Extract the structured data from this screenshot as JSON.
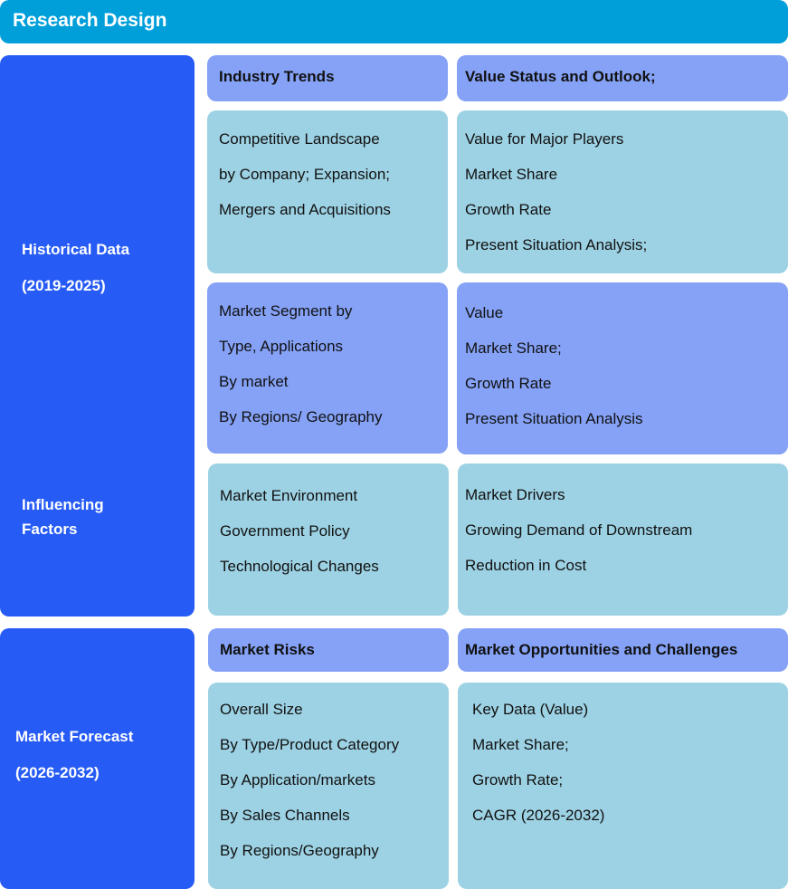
{
  "header": {
    "title": "Research Design"
  },
  "sections": {
    "historical": {
      "title": "Historical Data",
      "period": "(2019-2025)"
    },
    "influencing": {
      "title_line1": "Influencing",
      "title_line2": "Factors"
    },
    "forecast": {
      "title": "Market Forecast",
      "period": "(2026-2032)"
    }
  },
  "headers": {
    "industry_trends": "Industry Trends",
    "value_status": "Value Status and Outlook;",
    "market_risks": "Market Risks",
    "opportunities": "Market Opportunities and Challenges"
  },
  "boxes": {
    "competitive": [
      "Competitive Landscape",
      "by Company; Expansion;",
      "Mergers and Acquisitions"
    ],
    "value_players": [
      "Value for Major Players",
      "Market Share",
      "Growth Rate",
      "Present Situation Analysis;"
    ],
    "segment": [
      "Market Segment by",
      "Type, Applications",
      "By market",
      "By Regions/ Geography"
    ],
    "value_segment": [
      "Value",
      "Market Share;",
      "Growth Rate",
      "Present Situation Analysis"
    ],
    "environment": [
      "Market Environment",
      "Government Policy",
      "Technological Changes"
    ],
    "drivers": [
      "Market Drivers",
      "Growing Demand of Downstream",
      "Reduction in Cost"
    ],
    "forecast_size": [
      "Overall Size",
      "By Type/Product Category",
      "By Application/markets",
      "By Sales Channels",
      "By Regions/Geography"
    ],
    "forecast_data": [
      "Key Data (Value)",
      "Market Share;",
      "Growth Rate;",
      "CAGR (2026-2032)"
    ]
  },
  "colors": {
    "header": "#009fda",
    "side": "#265bf5",
    "purple": "#85a2f7",
    "light": "#9dd2e4"
  }
}
